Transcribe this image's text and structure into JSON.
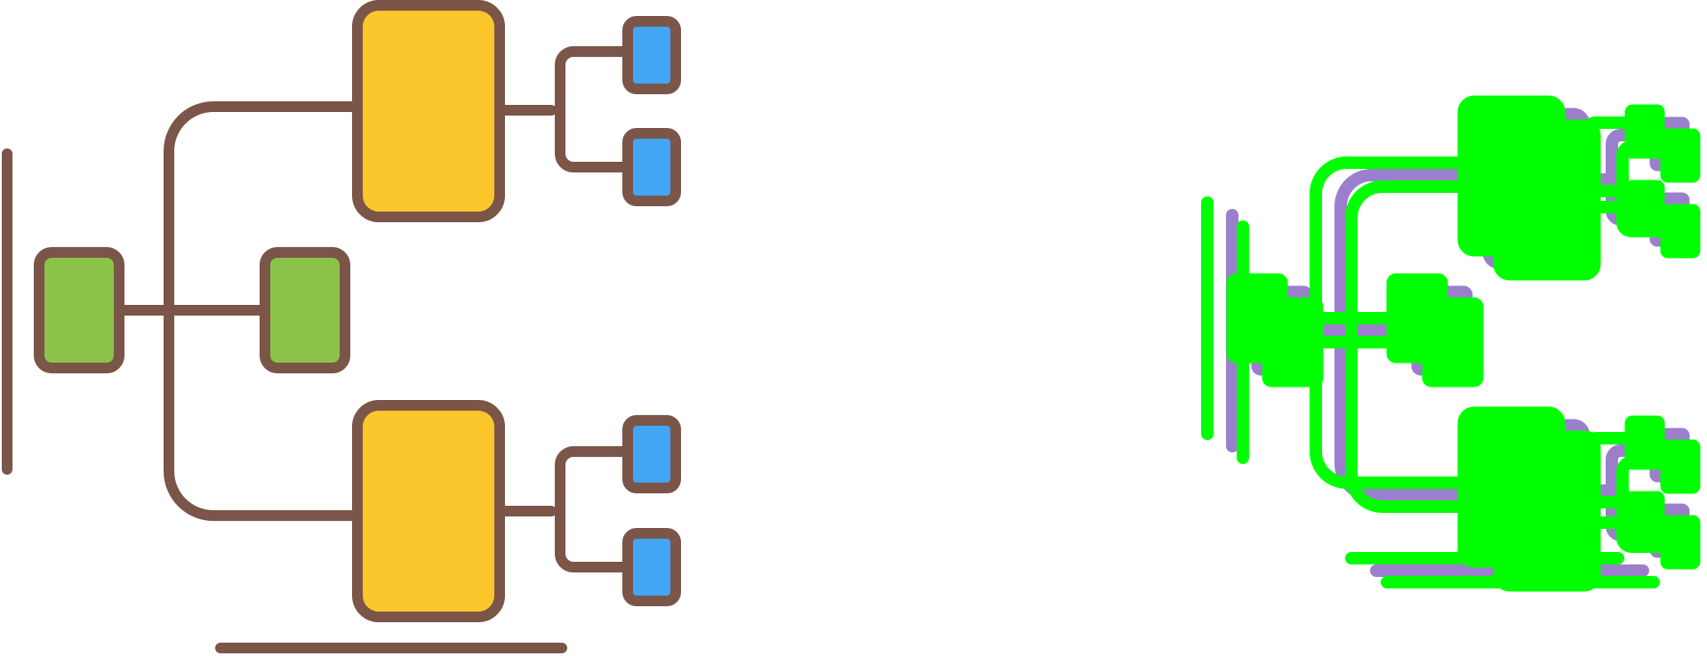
{
  "icons": [
    {
      "name": "hierarchy-tree-icon-color",
      "style": "filled-outline",
      "colors": {
        "stroke": "#7a5548",
        "root_node": "#8bc34a",
        "mid_node": "#8bc34a",
        "branch_node": "#fcc62d",
        "leaf_node": "#42a5f5",
        "background": "#ffffff"
      }
    },
    {
      "name": "hierarchy-tree-icon-glitch",
      "style": "glitch-layered",
      "colors": {
        "primary": "#00ff00",
        "shadow": "#9b7fcc",
        "background": "#ffffff"
      }
    }
  ]
}
